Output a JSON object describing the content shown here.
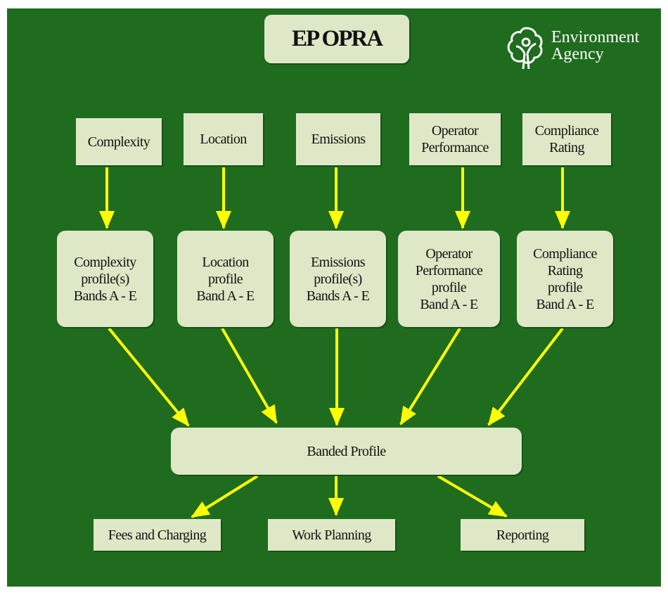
{
  "title": "EP OPRA",
  "logo": {
    "line1": "Environment",
    "line2": "Agency"
  },
  "inputs": [
    {
      "label": "Complexity"
    },
    {
      "label": "Location"
    },
    {
      "label": "Emissions"
    },
    {
      "label": "Operator\nPerformance"
    },
    {
      "label": "Compliance\nRating"
    }
  ],
  "profiles": [
    {
      "label": "Complexity\nprofile(s)\nBands A - E"
    },
    {
      "label": "Location\nprofile\nBand A - E"
    },
    {
      "label": "Emissions\nprofile(s)\nBands A - E"
    },
    {
      "label": "Operator\nPerformance\nprofile\nBand A - E"
    },
    {
      "label": "Compliance\nRating\nprofile\nBand A - E"
    }
  ],
  "banded_profile": "Banded Profile",
  "outputs": [
    {
      "label": "Fees and Charging"
    },
    {
      "label": "Work Planning"
    },
    {
      "label": "Reporting"
    }
  ],
  "colors": {
    "background": "#1f6c1f",
    "box": "#dfe8c6",
    "arrow": "#ffff00",
    "text": "#111111",
    "logo": "#ffffff"
  }
}
